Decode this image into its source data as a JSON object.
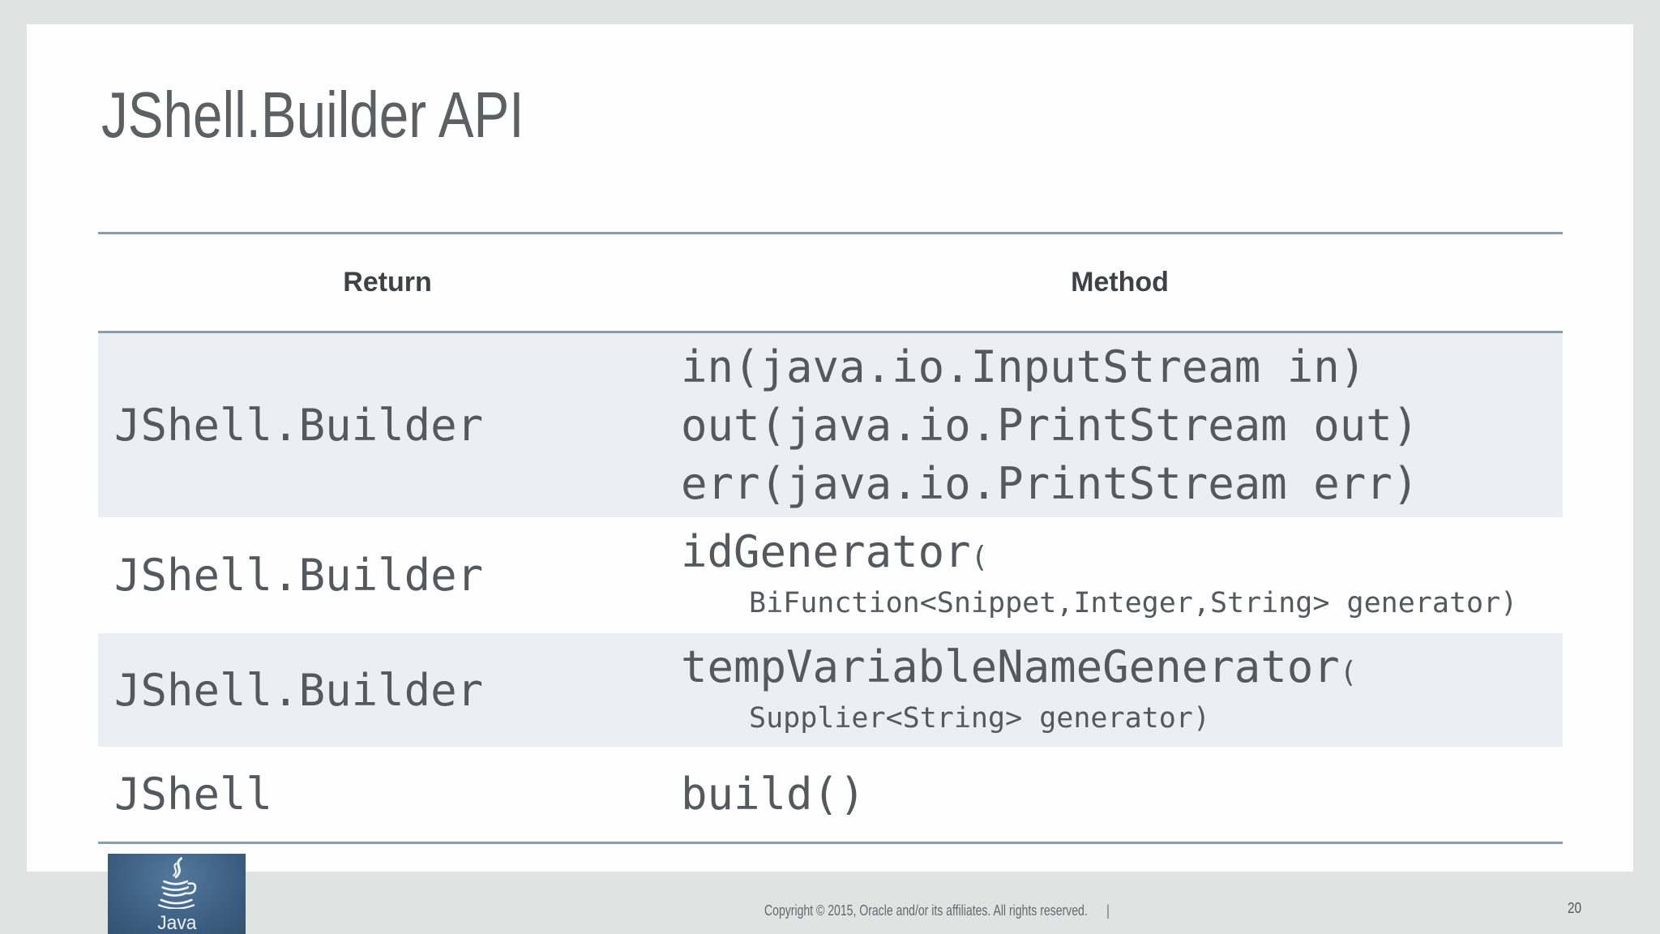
{
  "slide": {
    "title": "JShell.Builder API"
  },
  "table": {
    "headers": {
      "return_label": "Return",
      "method_label": "Method"
    },
    "rows": [
      {
        "return_type": "JShell.Builder",
        "method_lines": [
          "in(java.io.InputStream in)",
          "out(java.io.PrintStream out)",
          "err(java.io.PrintStream err)"
        ]
      },
      {
        "return_type": "JShell.Builder",
        "method_name": "idGenerator",
        "method_paren": "(",
        "method_params": "BiFunction<Snippet,Integer,String> generator)"
      },
      {
        "return_type": "JShell.Builder",
        "method_name": "tempVariableNameGenerator",
        "method_paren": "(",
        "method_params": "Supplier<String> generator)"
      },
      {
        "return_type": "JShell",
        "method_name": "build()"
      }
    ]
  },
  "footer": {
    "logo_icon": "java-coffee-cup-icon",
    "logo_text": "Java",
    "copyright": "Copyright © 2015, Oracle and/or its affiliates. All rights reserved.",
    "separator": "|",
    "page_number": "20"
  },
  "colors": {
    "background": "#dfe3e2",
    "slide": "#fefeff",
    "row_stripe": "#ebeef2",
    "table_rule": "#8d9da7",
    "code_text": "#55585d",
    "header_text": "#3e4245",
    "title_text": "#5d6063",
    "logo_blue": "#3a5d80"
  }
}
